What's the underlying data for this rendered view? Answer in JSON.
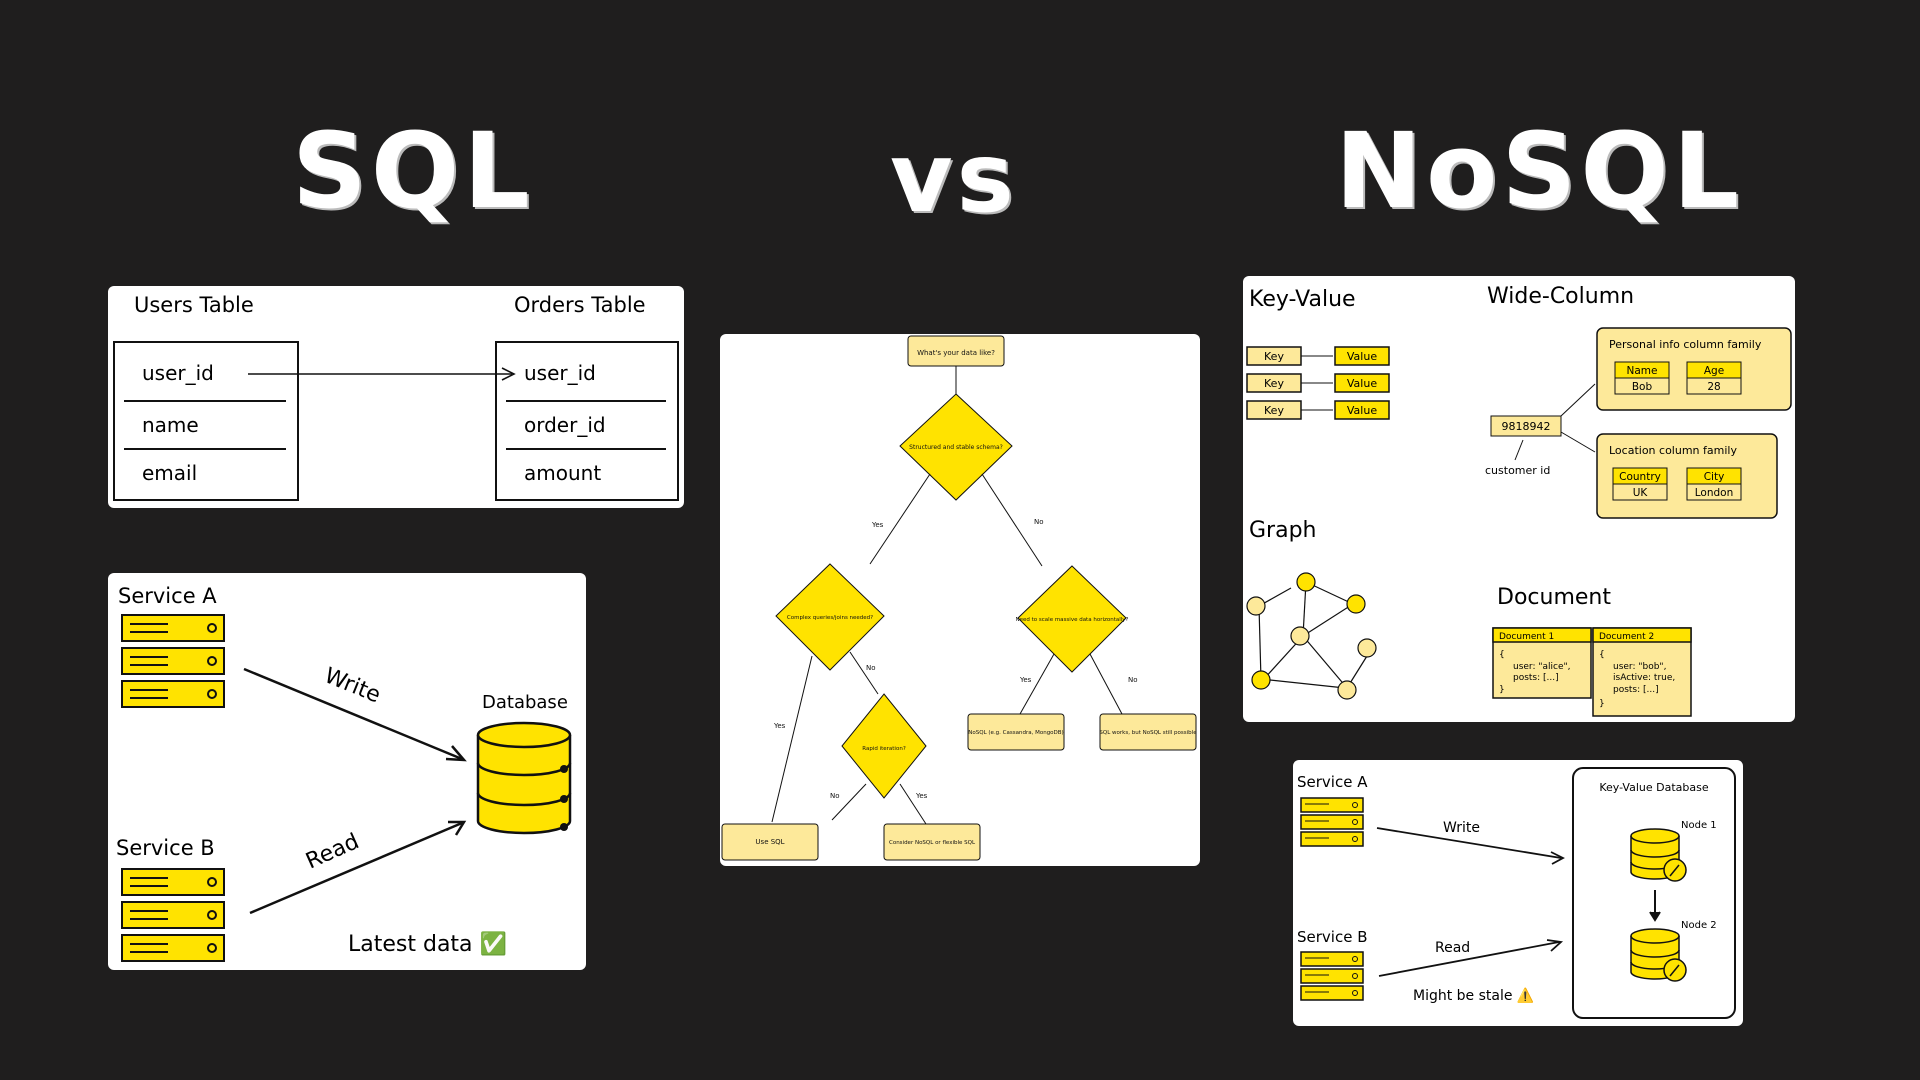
{
  "headings": {
    "left": "SQL",
    "middle": "vs",
    "right": "NoSQL"
  },
  "sql_tables": {
    "users_title": "Users Table",
    "orders_title": "Orders Table",
    "users_fields": [
      "user_id",
      "name",
      "email"
    ],
    "orders_fields": [
      "user_id",
      "order_id",
      "amount"
    ]
  },
  "sql_consistency": {
    "service_a": "Service A",
    "service_b": "Service B",
    "write": "Write",
    "read": "Read",
    "database": "Database",
    "note": "Latest data ✅"
  },
  "flowchart": {
    "start": "What's your data like?",
    "q1": "Structured and stable schema?",
    "q2": "Complex queries/joins needed?",
    "q3": "Need to scale massive data horizontally?",
    "q4": "Rapid iteration?",
    "out_sql": "Use SQL",
    "out_flex": "Consider NoSQL or flexible SQL",
    "out_nosql": "NoSQL (e.g. Cassandra, MongoDB)",
    "out_sqlworks": "SQL works, but NoSQL still possible",
    "yes": "Yes",
    "no": "No"
  },
  "nosql_types": {
    "kv_title": "Key-Value",
    "key": "Key",
    "value": "Value",
    "wide_title": "Wide-Column",
    "personal_family": "Personal info column family",
    "name_h": "Name",
    "name_v": "Bob",
    "age_h": "Age",
    "age_v": "28",
    "row_key": "9818942",
    "customer_id": "customer id",
    "location_family": "Location column family",
    "country_h": "Country",
    "country_v": "UK",
    "city_h": "City",
    "city_v": "London",
    "graph_title": "Graph",
    "doc_title": "Document",
    "doc1_title": "Document 1",
    "doc1_brace_open": "{",
    "doc1_line1": "user: \"alice\",",
    "doc1_line2": "posts: [...]",
    "doc1_brace_close": "}",
    "doc2_title": "Document 2",
    "doc2_brace_open": "{",
    "doc2_line1": "user: \"bob\",",
    "doc2_line2": "isActive: true,",
    "doc2_line3": "posts: [...]",
    "doc2_brace_close": "}"
  },
  "nosql_consistency": {
    "service_a": "Service A",
    "service_b": "Service B",
    "write": "Write",
    "read": "Read",
    "kv_db": "Key-Value Database",
    "node1": "Node 1",
    "node2": "Node 2",
    "note": "Might be stale ⚠️"
  },
  "colors": {
    "background": "#1f1e1e",
    "accent": "#ffe300",
    "soft_yellow": "#fde99a"
  }
}
